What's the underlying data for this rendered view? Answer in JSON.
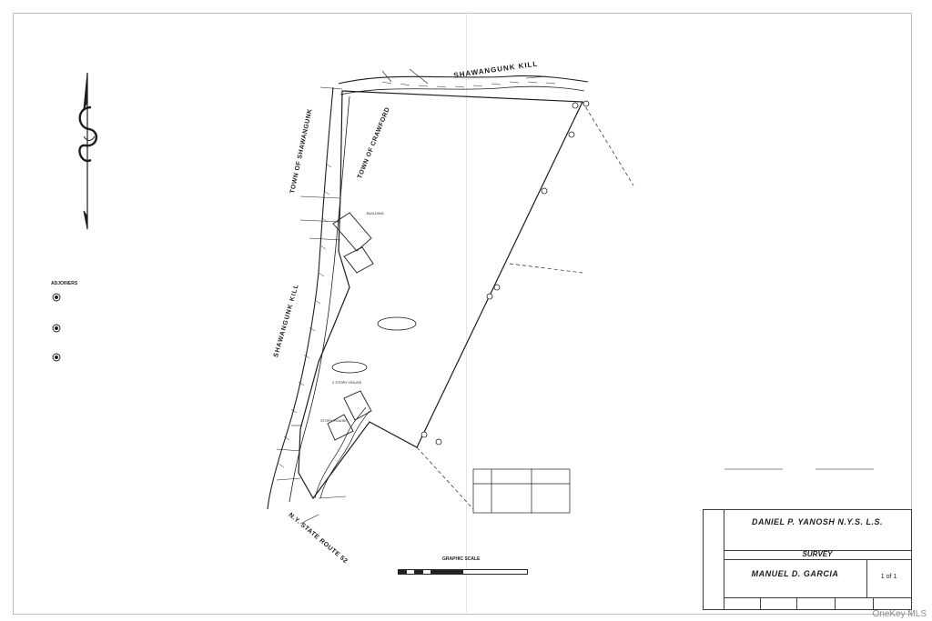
{
  "map": {
    "watercourse": "SHAWANGUNK KILL",
    "town_west": "TOWN OF SHAWANGUNK",
    "town_east": "TOWN OF CRAWFORD",
    "road": "N.Y. STATE ROUTE 52",
    "building_label": "BUILDING",
    "house_label": "2 STORY HOUSE",
    "house_label_2": "STORY HOUSE"
  },
  "legend": {
    "title": "ADJOINERS"
  },
  "title_block": {
    "surveyor": "DANIEL P. YANOSH N.Y.S. L.S.",
    "document_type": "SURVEY",
    "client": "MANUEL D. GARCIA",
    "sheet_number": "1 of 1"
  },
  "scale": {
    "title": "GRAPHIC SCALE"
  },
  "watermark": "OneKey MLS"
}
